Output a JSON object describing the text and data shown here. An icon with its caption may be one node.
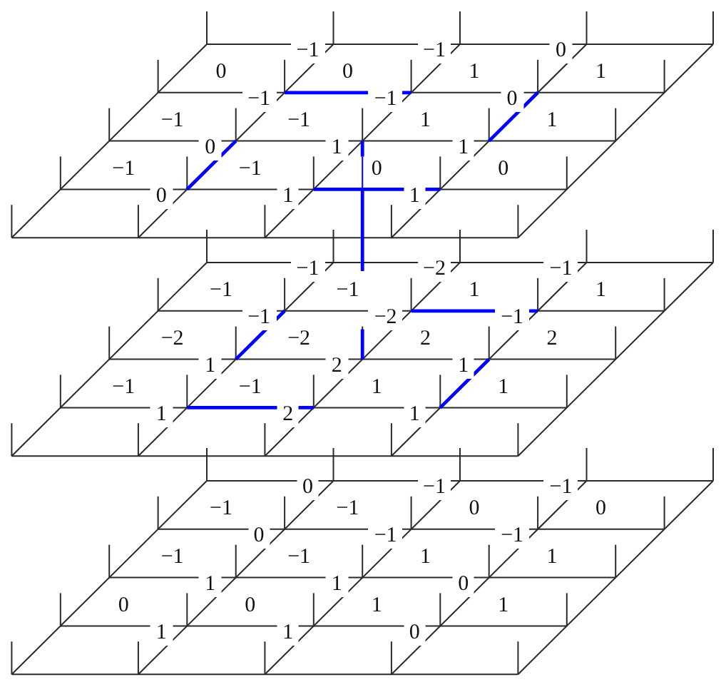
{
  "diagram": {
    "labels": [
      "−1",
      "−1",
      "0",
      "0",
      "0",
      "1",
      "1",
      "−1",
      "−1",
      "0",
      "−1",
      "−1",
      "1",
      "1",
      "0",
      "1",
      "1",
      "−1",
      "−1",
      "0",
      "0",
      "0",
      "1",
      "1",
      "−1",
      "−2",
      "−1",
      "−1",
      "−1",
      "1",
      "1",
      "−1",
      "−2",
      "−1",
      "−2",
      "−2",
      "2",
      "2",
      "1",
      "2",
      "1",
      "−1",
      "−1",
      "1",
      "1",
      "1",
      "2",
      "1",
      "0",
      "−1",
      "−1",
      "−1",
      "−1",
      "0",
      "0",
      "0",
      "−1",
      "−1",
      "−1",
      "−1",
      "1",
      "1",
      "1",
      "1",
      "0",
      "0",
      "0",
      "1",
      "1",
      "1",
      "1",
      "0"
    ]
  }
}
